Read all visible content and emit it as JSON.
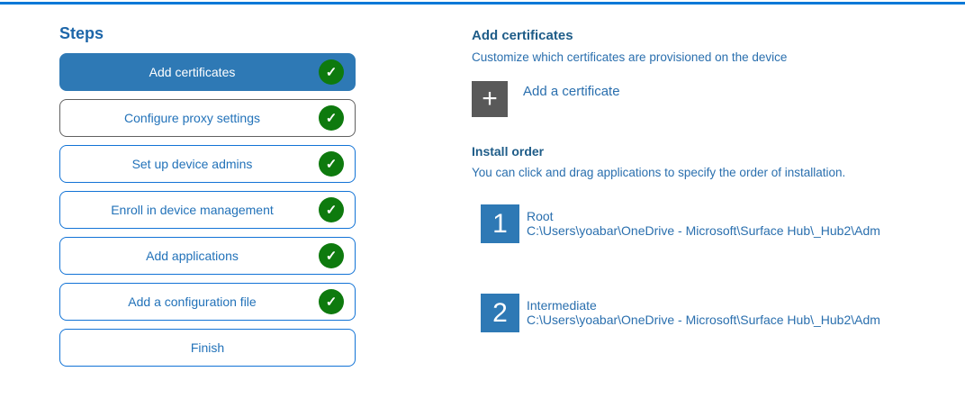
{
  "colors": {
    "top_line": "#0078d7",
    "selected_fill": "#2e79b5",
    "outline_blue": "#1273d6",
    "outline_gray": "#606060",
    "check_green": "#0e7a0e",
    "plus_gray": "#595959",
    "number_blue": "#2e79b5",
    "heading_blue": "#1e5c88",
    "body_blue": "#2a6fae",
    "sidebar_text_blue": "#2272b9",
    "steps_title_blue": "#1d66a9"
  },
  "icons": {
    "check": "✓",
    "plus": "+"
  },
  "sidebar": {
    "title": "Steps",
    "items": [
      {
        "label": "Add certificates",
        "selected": true,
        "completed": true
      },
      {
        "label": "Configure proxy settings",
        "selected": false,
        "completed": true
      },
      {
        "label": "Set up device admins",
        "selected": false,
        "completed": true
      },
      {
        "label": "Enroll in device management",
        "selected": false,
        "completed": true
      },
      {
        "label": "Add applications",
        "selected": false,
        "completed": true
      },
      {
        "label": "Add a configuration file",
        "selected": false,
        "completed": true
      },
      {
        "label": "Finish",
        "selected": false,
        "completed": false
      }
    ]
  },
  "main": {
    "section_title": "Add certificates",
    "section_subtitle": "Customize which certificates are provisioned on the device",
    "add_button_label": "Add a certificate",
    "install_order": {
      "title": "Install order",
      "subtitle": "You can click and drag applications to specify the order of installation.",
      "items": [
        {
          "number": "1",
          "name": "Root",
          "path": "C:\\Users\\yoabar\\OneDrive - Microsoft\\Surface Hub\\_Hub2\\Adm"
        },
        {
          "number": "2",
          "name": "Intermediate",
          "path": "C:\\Users\\yoabar\\OneDrive - Microsoft\\Surface Hub\\_Hub2\\Adm"
        }
      ]
    }
  }
}
